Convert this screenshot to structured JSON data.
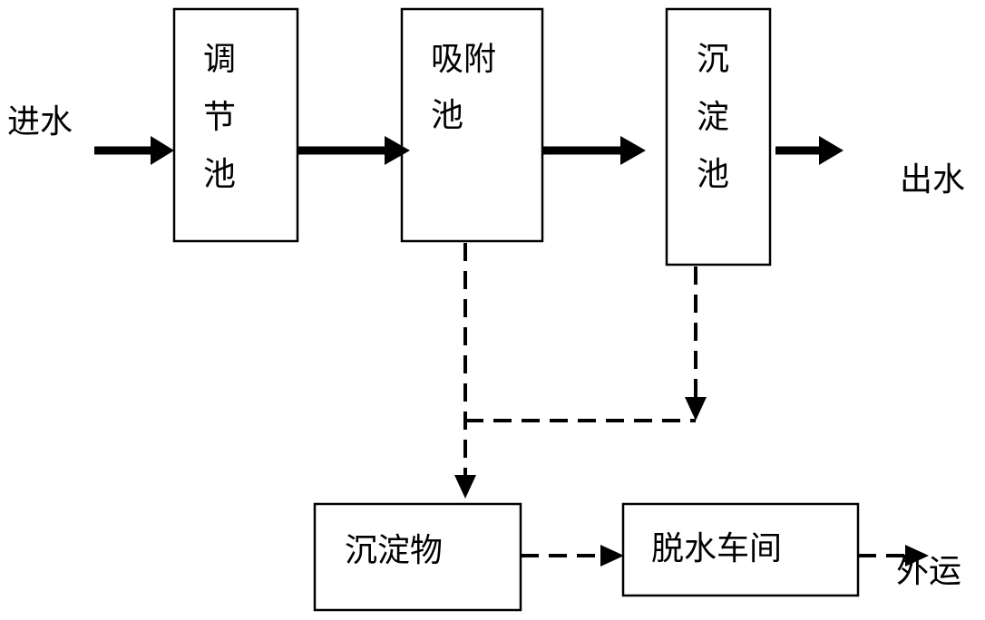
{
  "inputs": {
    "inflow": "进水",
    "outflow": "出水",
    "export": "外运"
  },
  "tanks": {
    "regulating": [
      "调",
      "节",
      "池"
    ],
    "adsorption": [
      "吸附",
      "池"
    ],
    "sedimentation": [
      "沉",
      "淀",
      "池"
    ]
  },
  "sludge": {
    "sediment": "沉淀物",
    "dewatering": "脱水车间"
  }
}
